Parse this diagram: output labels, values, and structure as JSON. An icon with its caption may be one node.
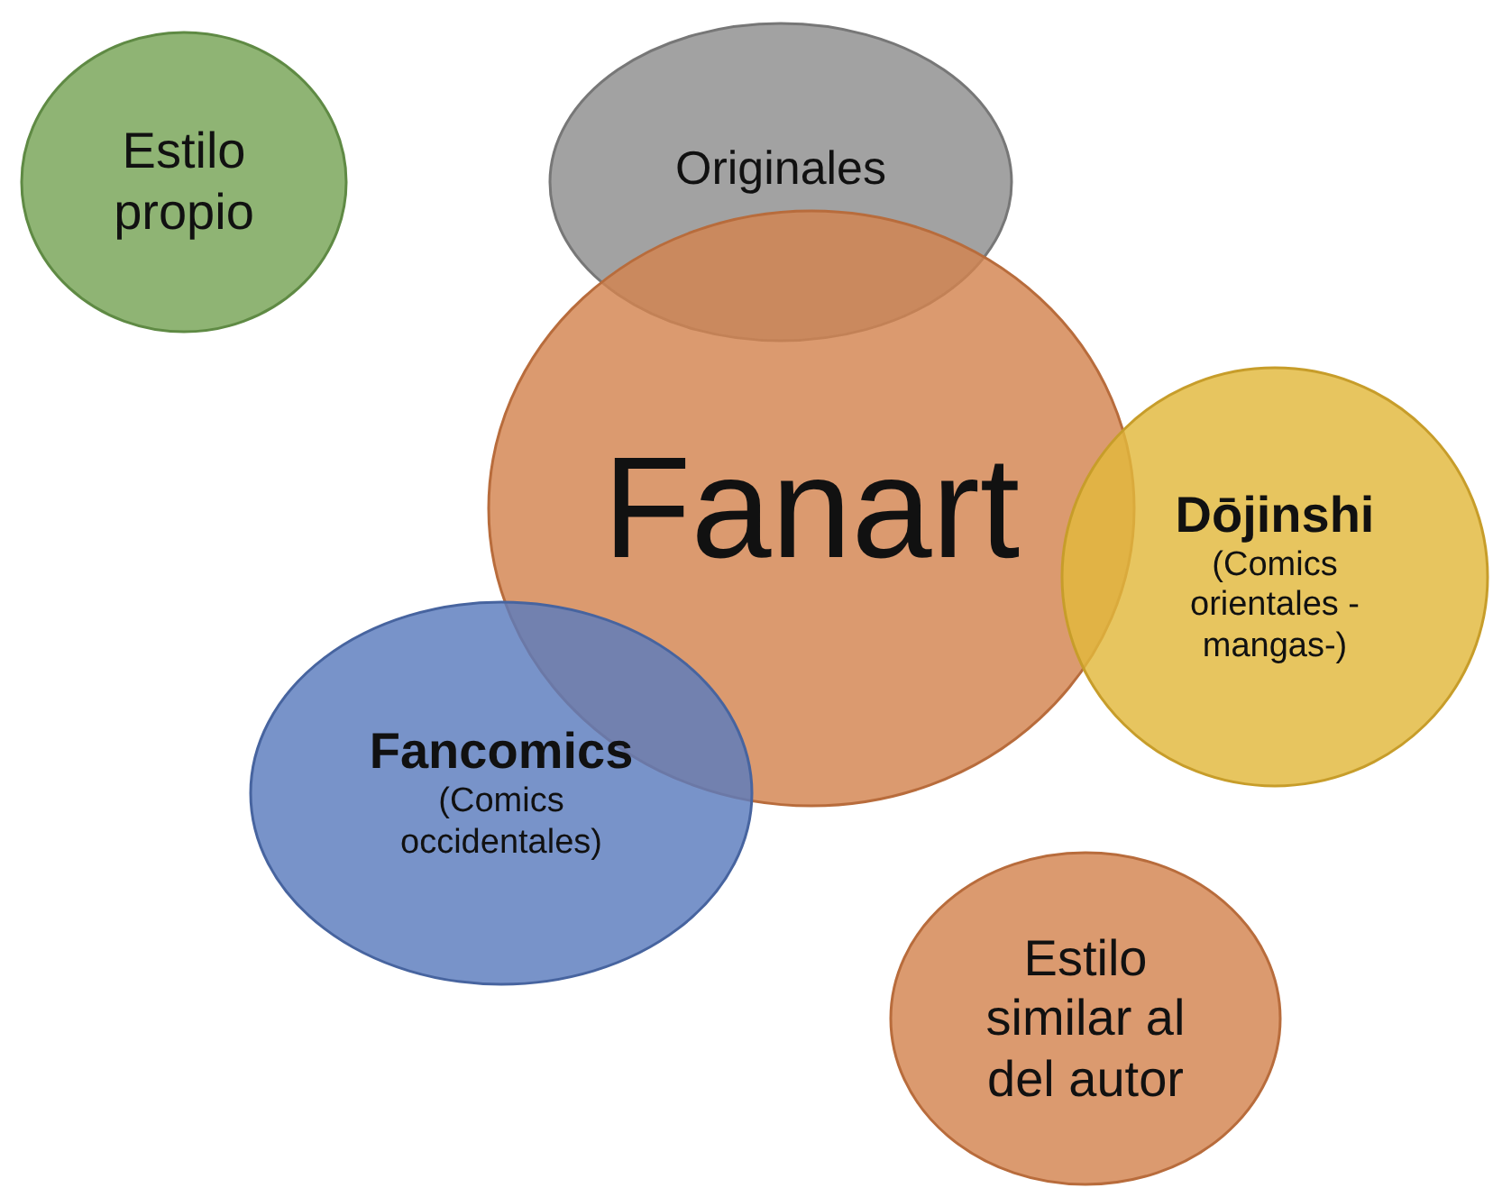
{
  "diagram": {
    "nodes": [
      {
        "text": [
          "Estilo propio"
        ]
      },
      {
        "text": [
          "Originales"
        ]
      },
      {
        "text": [
          "Fanart"
        ]
      },
      {
        "text": [
          "Dōjinshi",
          "(Comics orientales - mangas-)"
        ]
      },
      {
        "text": [
          "Fancomics",
          "(Comics occidentales)"
        ]
      },
      {
        "text": [
          "Estilo similar al del autor"
        ]
      }
    ]
  }
}
